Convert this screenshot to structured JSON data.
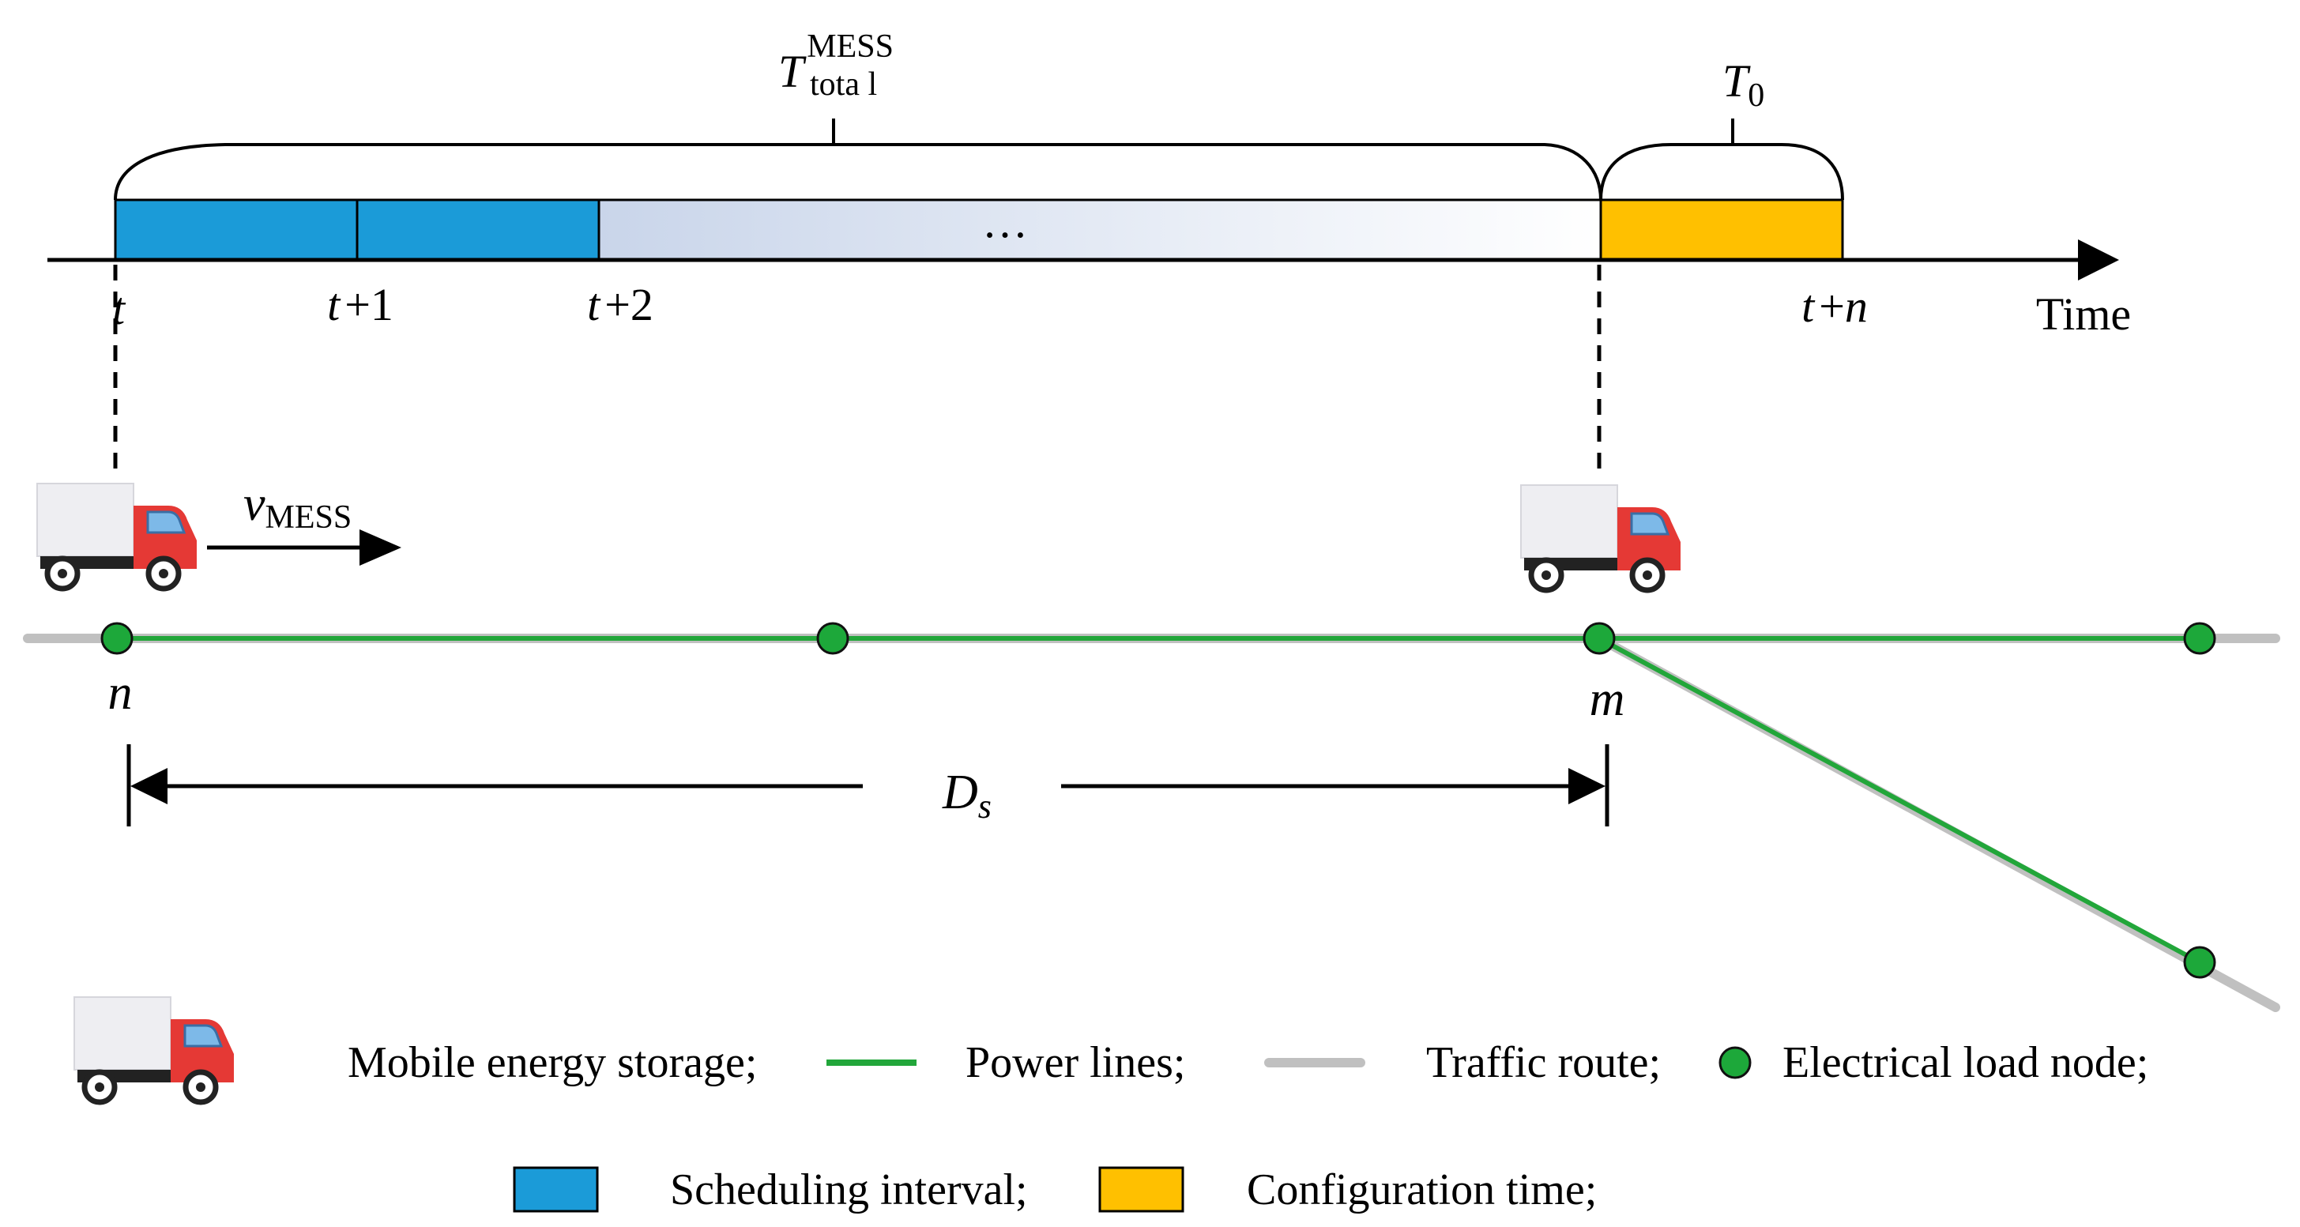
{
  "timeline": {
    "axis_label": "Time",
    "ellipsis": "…",
    "ticks": {
      "t": "t",
      "t1_var": "t",
      "t1_op": "+",
      "t1_num": "1",
      "t2_var": "t",
      "t2_op": "+",
      "t2_num": "2",
      "tn_var": "t",
      "tn_op": "+",
      "tn_sym": "n"
    },
    "brace_total": {
      "symbol": "T",
      "sup": "MESS",
      "sub": "tota l"
    },
    "brace_config": {
      "symbol": "T",
      "sub": "0"
    }
  },
  "network": {
    "velocity_symbol": "v",
    "velocity_sub": "MESS",
    "node_n_label": "n",
    "node_m_label": "m",
    "distance_symbol": "D",
    "distance_sub": "s"
  },
  "legend": {
    "mobile_storage": "Mobile energy storage;",
    "power_lines": "Power lines;",
    "traffic_route": "Traffic route;",
    "load_node": "Electrical load node;",
    "scheduling_interval": "Scheduling interval;",
    "configuration_time": "Configuration time;"
  },
  "colors": {
    "scheduling_blue": "#1B9BD8",
    "config_yellow": "#FFC000",
    "power_green": "#22A63A",
    "traffic_gray": "#C0C0C0",
    "node_green": "#1DA83A",
    "truck_red": "#E53935",
    "truck_box": "#EEEEF2"
  }
}
